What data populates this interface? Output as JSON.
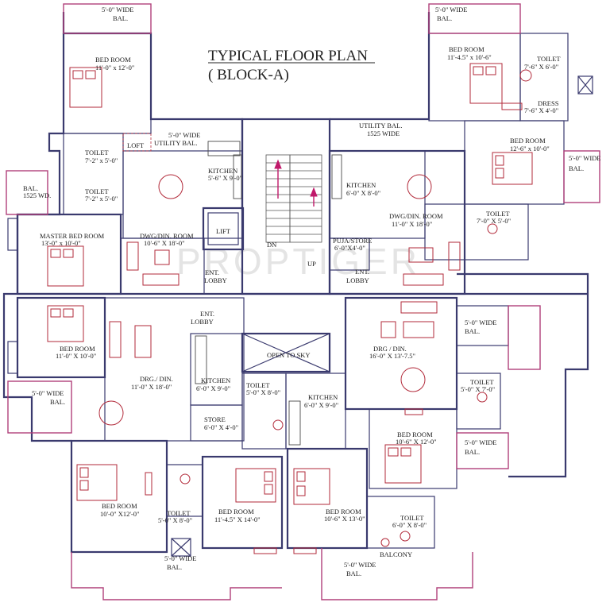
{
  "title": {
    "line1": "TYPICAL FLOOR PLAN",
    "line2": "( BLOCK-A)"
  },
  "watermark": "PROPTIGER",
  "colors": {
    "walls": "#3a3a6e",
    "balcony": "#b0407a",
    "furniture": "#b22a3a"
  },
  "labels": {
    "tl_bal": [
      "5'-0\" WIDE",
      "BAL."
    ],
    "tl_bed": [
      "BED ROOM",
      "11'-0\" x 12'-0\""
    ],
    "tl_util": [
      "5'-0\" WIDE",
      "UTILITY BAL."
    ],
    "tl_loft": [
      "LOFT"
    ],
    "tl_toilet1": [
      "TOILET",
      "7'-2\" x 5'-0\""
    ],
    "tl_toilet2": [
      "TOILET",
      "7'-2\" x 5'-0\""
    ],
    "tl_kitchen": [
      "KITCHEN",
      "5'-6\" X 9'-0\""
    ],
    "tl_bal1525": [
      "BAL.",
      "1525 WD."
    ],
    "tl_master": [
      "MASTER BED ROOM",
      "13'-0\" x 10'-0\""
    ],
    "tl_dwg": [
      "DWG/DIN. ROOM",
      "10'-6\" X 18'-0\""
    ],
    "lift": [
      "LIFT"
    ],
    "tl_ent": [
      "ENT.",
      "LOBBY"
    ],
    "dn": [
      "DN"
    ],
    "up": [
      "UP"
    ],
    "tr_bal": [
      "5'-0\" WIDE",
      "BAL."
    ],
    "tr_bed": [
      "BED ROOM",
      "11'-4.5\" x 10'-6\""
    ],
    "tr_toilet": [
      "TOILET",
      "7'-6\" X 6'-0\""
    ],
    "tr_dress": [
      "DRESS",
      "7'-6\" X 4'-0\""
    ],
    "tr_util": [
      "UTILITY BAL.",
      "1525 WIDE"
    ],
    "tr_bed2": [
      "BED ROOM",
      "12'-6\" x 10'-0\""
    ],
    "tr_bal2": [
      "5'-0\" WIDE",
      "BAL."
    ],
    "tr_kitchen": [
      "KITCHEN",
      "6'-0\" X 8'-0\""
    ],
    "tr_dwg": [
      "DWG/DIN.  ROOM",
      "11'-0\" X 18'-0\""
    ],
    "tr_toilet2": [
      "TOILET",
      "7'-0\" X 5'-0\""
    ],
    "tr_puja": [
      "PUJA/STORE",
      "6'-0\"X4'-0\""
    ],
    "tr_ent": [
      "ENT.",
      "LOBBY"
    ],
    "ml_bed": [
      "BED ROOM",
      "11'-0\" X 10'-0\""
    ],
    "ml_ent": [
      "ENT.",
      "LOBBY"
    ],
    "ml_drg": [
      "DRG./ DIN.",
      "11'-0\" X 18'-0\""
    ],
    "ml_kitchen": [
      "KITCHEN",
      "6'-0\" X 9'-0\""
    ],
    "ml_bal": [
      "5'-0\" WIDE",
      "BAL."
    ],
    "ml_store": [
      "STORE",
      "6'-0\" X 4'-0\""
    ],
    "ml_toilet": [
      "TOILET",
      "5'-0\" X 8'-0\""
    ],
    "open_sky": [
      "OPEN TO SKY"
    ],
    "mr_kitchen": [
      "KITCHEN",
      "6'-0\" X 9'-0\""
    ],
    "mr_bal": [
      "5'-0\" WIDE",
      "BAL."
    ],
    "mr_drg": [
      "DRG / DIN.",
      "16'-0\" X 13'-7.5\""
    ],
    "mr_toilet": [
      "TOILET",
      "5'-0\" X 7'-0\""
    ],
    "mr_bed": [
      "BED ROOM",
      "10'-6\" X 12'-0\""
    ],
    "mr_bal2": [
      "5'-0\" WIDE",
      "BAL."
    ],
    "bl_bed": [
      "BED ROOM",
      "10'-0\" X12'-0\""
    ],
    "bl_toilet": [
      "TOILET",
      "5'-0\" X 8'-0\""
    ],
    "bm_bed": [
      "BED ROOM",
      "11'-4.5\" X 14'-0\""
    ],
    "bm_bal": [
      "5'-0\" WIDE",
      "BAL."
    ],
    "br_bed": [
      "BED ROOM",
      "10'-6\" X 13'-0\""
    ],
    "br_toilet": [
      "TOILET",
      "6'-0\" X 8'-0\""
    ],
    "br_balcony": [
      "BALCONY"
    ],
    "br_bal": [
      "5'-0\" WIDE",
      "BAL."
    ]
  }
}
